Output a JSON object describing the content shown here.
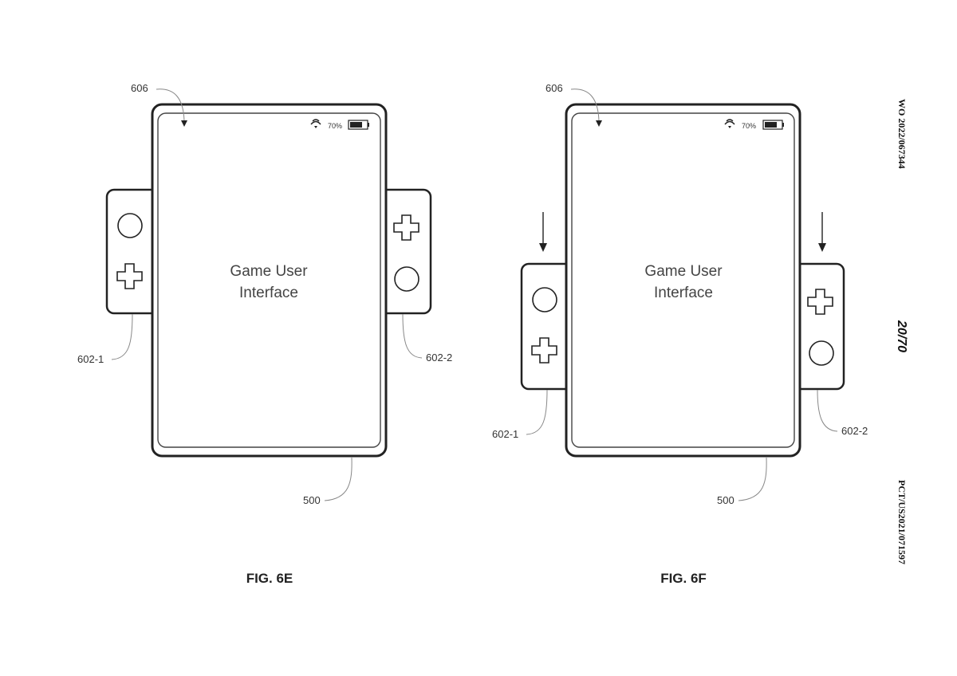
{
  "side_text": {
    "publication": "WO 2022/067344",
    "sheet": "20/70",
    "application": "PCT/US2021/071597"
  },
  "colors": {
    "line": "#222222",
    "leader": "#888888"
  },
  "figures": [
    {
      "id": "6E",
      "caption": "FIG. 6E",
      "screen_text_line1": "Game User",
      "screen_text_line2": "Interface",
      "status_battery": "70%",
      "ref_screen": "606",
      "ref_controller_left": "602-1",
      "ref_controller_right": "602-2",
      "ref_device": "500",
      "left_controller_icons": [
        "circle-button-icon",
        "dpad-icon"
      ],
      "right_controller_icons": [
        "dpad-icon",
        "circle-button-icon"
      ]
    },
    {
      "id": "6F",
      "caption": "FIG. 6F",
      "screen_text_line1": "Game User",
      "screen_text_line2": "Interface",
      "status_battery": "70%",
      "ref_screen": "606",
      "ref_controller_left": "602-1",
      "ref_controller_right": "602-2",
      "ref_device": "500",
      "left_controller_icons": [
        "circle-button-icon",
        "dpad-icon"
      ],
      "right_controller_icons": [
        "dpad-icon",
        "circle-button-icon"
      ],
      "motion_arrows": [
        "down-arrow-icon",
        "down-arrow-icon"
      ]
    }
  ]
}
